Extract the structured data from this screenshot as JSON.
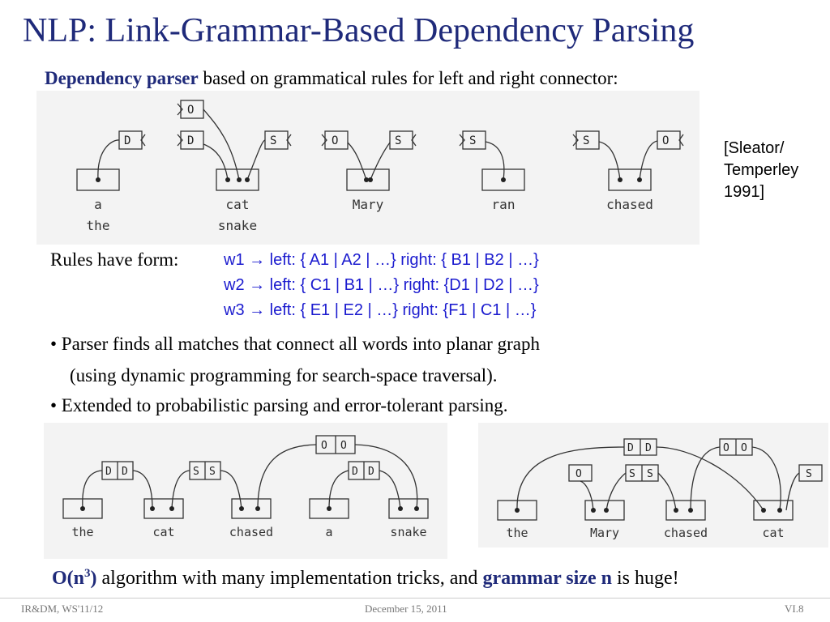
{
  "slide": {
    "title": "NLP: Link-Grammar-Based Dependency Parsing",
    "subtitle_bold": "Dependency parser",
    "subtitle_rest": " based on grammatical rules for left and right connector:",
    "citation": [
      "[Sleator/",
      "Temperley",
      "1991]"
    ],
    "rules_label": "Rules have form:",
    "rules": [
      "w1 →  left: { A1 | A2 | …}   right: { B1 | B2 | …}",
      "w2 →  left: { C1 | B1 | …}  right: {D1 | D2 | …}",
      "w3 →  left: { E1 | E2 | …}  right: {F1 | C1 | …}"
    ],
    "bullets": [
      "• Parser finds all matches that connect all words into planar graph",
      "(using dynamic programming for search-space traversal).",
      "• Extended to probabilistic parsing and error-tolerant parsing."
    ],
    "bottom_bold1": "O(n",
    "bottom_sup": "3",
    "bottom_bold1_close": ")",
    "bottom_mid": " algorithm with many implementation tricks, and ",
    "bottom_bold2": "grammar size n",
    "bottom_end": " is huge!"
  },
  "diagrams": {
    "top_words": [
      "a",
      "the",
      "cat",
      "snake",
      "Mary",
      "ran",
      "chased"
    ],
    "connectors": [
      "D",
      "O",
      "S"
    ],
    "bottom_left_words": [
      "the",
      "cat",
      "chased",
      "a",
      "snake"
    ],
    "bottom_right_words": [
      "the",
      "Mary",
      "chased",
      "cat"
    ]
  },
  "footer": {
    "left": "IR&DM, WS'11/12",
    "center": "December 15, 2011",
    "right": "VI.8"
  }
}
